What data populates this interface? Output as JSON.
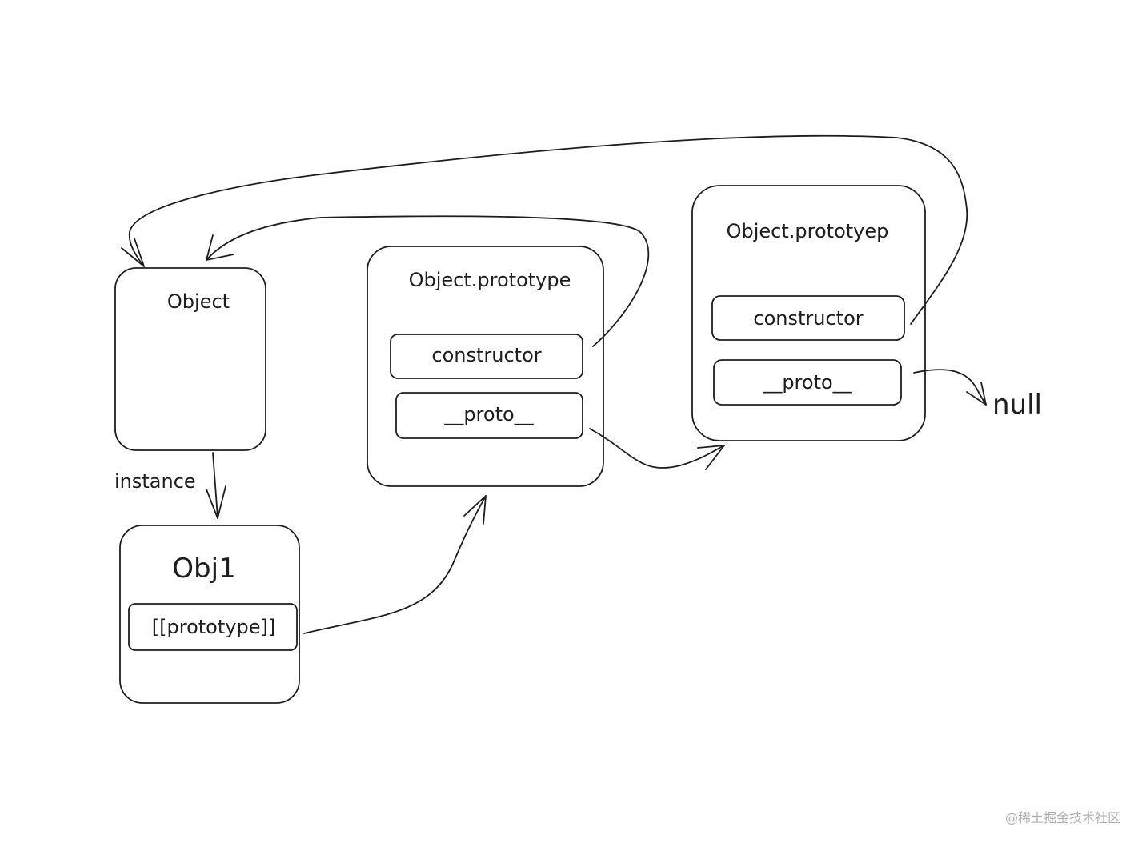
{
  "diagram": {
    "object_box": {
      "title": "Object"
    },
    "obj1_box": {
      "title": "Obj1",
      "field": "[[prototype]]"
    },
    "proto_box_1": {
      "title": "Object.prototype",
      "constructor": "constructor",
      "proto": "__proto__"
    },
    "proto_box_2": {
      "title": "Object.prototyep",
      "constructor": "constructor",
      "proto": "__proto__"
    },
    "edge_instance_label": "instance",
    "null_label": "null"
  },
  "watermark": "@稀土掘金技术社区"
}
